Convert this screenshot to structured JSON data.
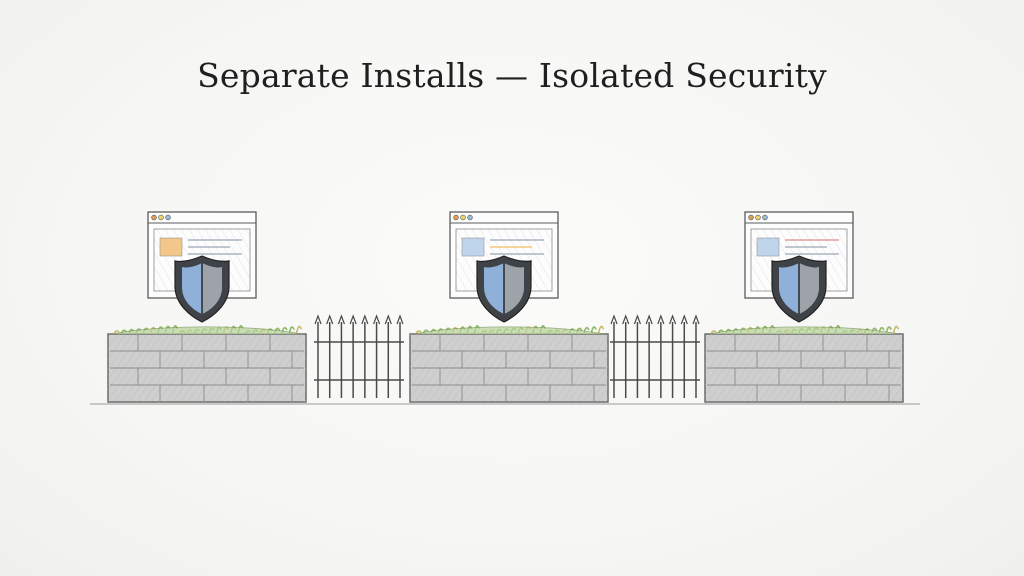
{
  "title": "Separate Installs — Isolated Security",
  "colors": {
    "shield_blue": "#8fb0d8",
    "shield_gray": "#9ea3aa",
    "shield_outline": "#3f4247",
    "wall_fill": "#cfcfcf",
    "wall_line": "#6b6b6b",
    "fence_line": "#4a4a4a",
    "grass": "#8fb866",
    "screen_accent_orange": "#f1c27d",
    "screen_accent_blue": "#b9d1ea"
  },
  "installs": [
    {
      "name": "install-1",
      "window_icon": "browser-window-icon",
      "shield_icon": "shield-icon"
    },
    {
      "name": "install-2",
      "window_icon": "browser-window-icon",
      "shield_icon": "shield-icon"
    },
    {
      "name": "install-3",
      "window_icon": "browser-window-icon",
      "shield_icon": "shield-icon"
    }
  ],
  "fences": [
    {
      "name": "fence-1",
      "icon": "picket-fence-icon"
    },
    {
      "name": "fence-2",
      "icon": "picket-fence-icon"
    }
  ]
}
